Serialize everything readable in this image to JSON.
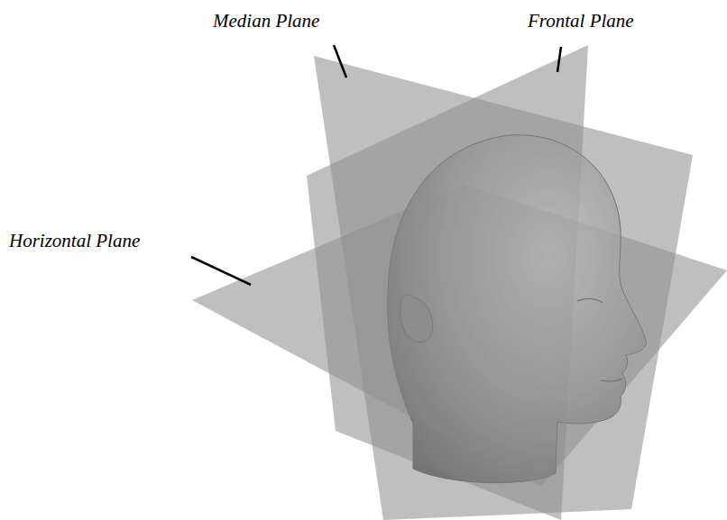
{
  "diagram": {
    "labels": [
      "Median Plane",
      "Frontal Plane",
      "Horizontal Plane"
    ]
  }
}
